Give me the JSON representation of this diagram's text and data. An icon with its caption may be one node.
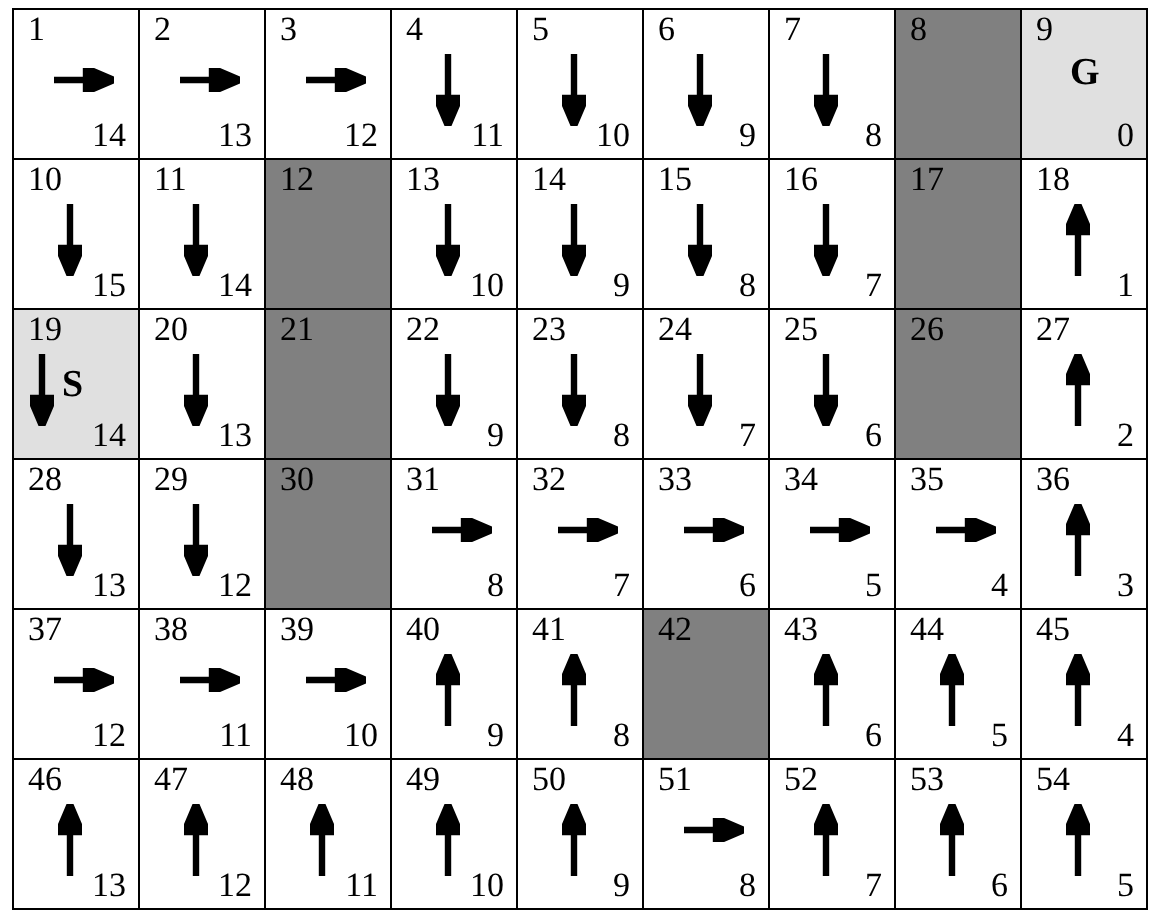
{
  "diagram": {
    "nodes": [
      {
        "text": [
          "1",
          "14"
        ]
      },
      {
        "text": [
          "2",
          "13"
        ]
      },
      {
        "text": [
          "3",
          "12"
        ]
      },
      {
        "text": [
          "4",
          "11"
        ]
      },
      {
        "text": [
          "5",
          "10"
        ]
      },
      {
        "text": [
          "6",
          "9"
        ]
      },
      {
        "text": [
          "7",
          "8"
        ]
      },
      {
        "text": [
          "8"
        ]
      },
      {
        "text": [
          "9",
          "G",
          "0"
        ]
      },
      {
        "text": [
          "10",
          "15"
        ]
      },
      {
        "text": [
          "11",
          "14"
        ]
      },
      {
        "text": [
          "12"
        ]
      },
      {
        "text": [
          "13",
          "10"
        ]
      },
      {
        "text": [
          "14",
          "9"
        ]
      },
      {
        "text": [
          "15",
          "8"
        ]
      },
      {
        "text": [
          "16",
          "7"
        ]
      },
      {
        "text": [
          "17"
        ]
      },
      {
        "text": [
          "18",
          "1"
        ]
      },
      {
        "text": [
          "19",
          "S",
          "14"
        ]
      },
      {
        "text": [
          "20",
          "13"
        ]
      },
      {
        "text": [
          "21"
        ]
      },
      {
        "text": [
          "22",
          "9"
        ]
      },
      {
        "text": [
          "23",
          "8"
        ]
      },
      {
        "text": [
          "24",
          "7"
        ]
      },
      {
        "text": [
          "25",
          "6"
        ]
      },
      {
        "text": [
          "26"
        ]
      },
      {
        "text": [
          "27",
          "2"
        ]
      },
      {
        "text": [
          "28",
          "13"
        ]
      },
      {
        "text": [
          "29",
          "12"
        ]
      },
      {
        "text": [
          "30"
        ]
      },
      {
        "text": [
          "31",
          "8"
        ]
      },
      {
        "text": [
          "32",
          "7"
        ]
      },
      {
        "text": [
          "33",
          "6"
        ]
      },
      {
        "text": [
          "34",
          "5"
        ]
      },
      {
        "text": [
          "35",
          "4"
        ]
      },
      {
        "text": [
          "36",
          "3"
        ]
      },
      {
        "text": [
          "37",
          "12"
        ]
      },
      {
        "text": [
          "38",
          "11"
        ]
      },
      {
        "text": [
          "39",
          "10"
        ]
      },
      {
        "text": [
          "40",
          "9"
        ]
      },
      {
        "text": [
          "41",
          "8"
        ]
      },
      {
        "text": [
          "42"
        ]
      },
      {
        "text": [
          "43",
          "6"
        ]
      },
      {
        "text": [
          "44",
          "5"
        ]
      },
      {
        "text": [
          "45",
          "4"
        ]
      },
      {
        "text": [
          "46",
          "13"
        ]
      },
      {
        "text": [
          "47",
          "12"
        ]
      },
      {
        "text": [
          "48",
          "11"
        ]
      },
      {
        "text": [
          "49",
          "10"
        ]
      },
      {
        "text": [
          "50",
          "9"
        ]
      },
      {
        "text": [
          "51",
          "8"
        ]
      },
      {
        "text": [
          "52",
          "7"
        ]
      },
      {
        "text": [
          "53",
          "6"
        ]
      },
      {
        "text": [
          "54",
          "5"
        ]
      }
    ]
  }
}
